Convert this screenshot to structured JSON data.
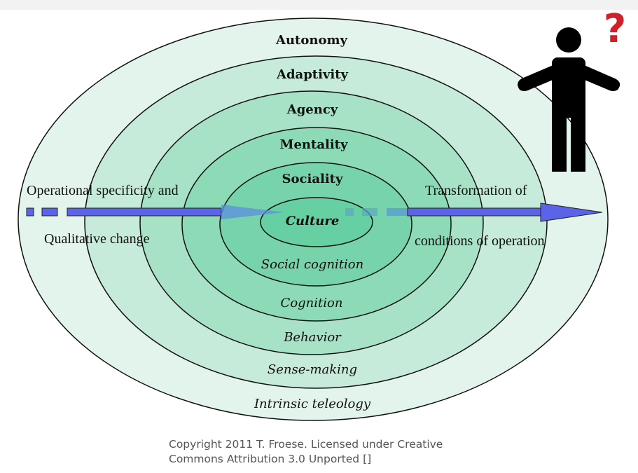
{
  "rings_outer": [
    "Autonomy",
    "Adaptivity",
    "Agency",
    "Mentality",
    "Sociality"
  ],
  "rings_inner": [
    "Intrinsic teleology",
    "Sense-making",
    "Behavior",
    "Cognition",
    "Social cognition"
  ],
  "center": "Culture",
  "left_text": [
    "Operational specificity and",
    "Qualitative change"
  ],
  "right_text": [
    "Transformation of",
    "conditions of operation"
  ],
  "person_icon": "person-shrugging-icon",
  "question_mark": "?",
  "copyright": [
    "Copyright 2011 T. Froese. Licensed under Creative",
    "Commons Attribution 3.0 Unported []"
  ],
  "colors": {
    "outer": "#e2f4eb",
    "inner": "#66d0a2",
    "arrow": "#5b63e6",
    "question": "#d0202a"
  }
}
